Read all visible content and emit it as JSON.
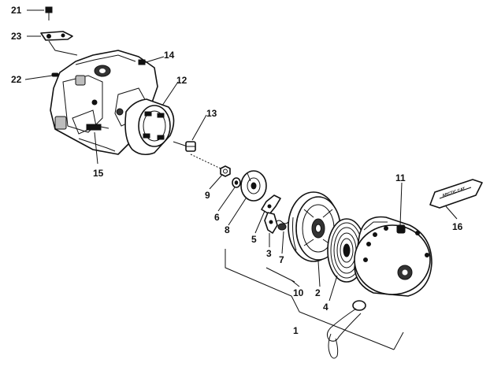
{
  "callouts": [
    {
      "id": "c21",
      "label": "21"
    },
    {
      "id": "c23",
      "label": "23"
    },
    {
      "id": "c22",
      "label": "22"
    },
    {
      "id": "c14",
      "label": "14"
    },
    {
      "id": "c12",
      "label": "12"
    },
    {
      "id": "c13",
      "label": "13"
    },
    {
      "id": "c15",
      "label": "15"
    },
    {
      "id": "c9",
      "label": "9"
    },
    {
      "id": "c6",
      "label": "6"
    },
    {
      "id": "c8",
      "label": "8"
    },
    {
      "id": "c5",
      "label": "5"
    },
    {
      "id": "c3",
      "label": "3"
    },
    {
      "id": "c7",
      "label": "7"
    },
    {
      "id": "c10",
      "label": "10"
    },
    {
      "id": "c2",
      "label": "2"
    },
    {
      "id": "c4",
      "label": "4"
    },
    {
      "id": "c11",
      "label": "11"
    },
    {
      "id": "c16",
      "label": "16"
    },
    {
      "id": "c1",
      "label": "1"
    }
  ],
  "decal_lettering": "ARCTIC CAT"
}
